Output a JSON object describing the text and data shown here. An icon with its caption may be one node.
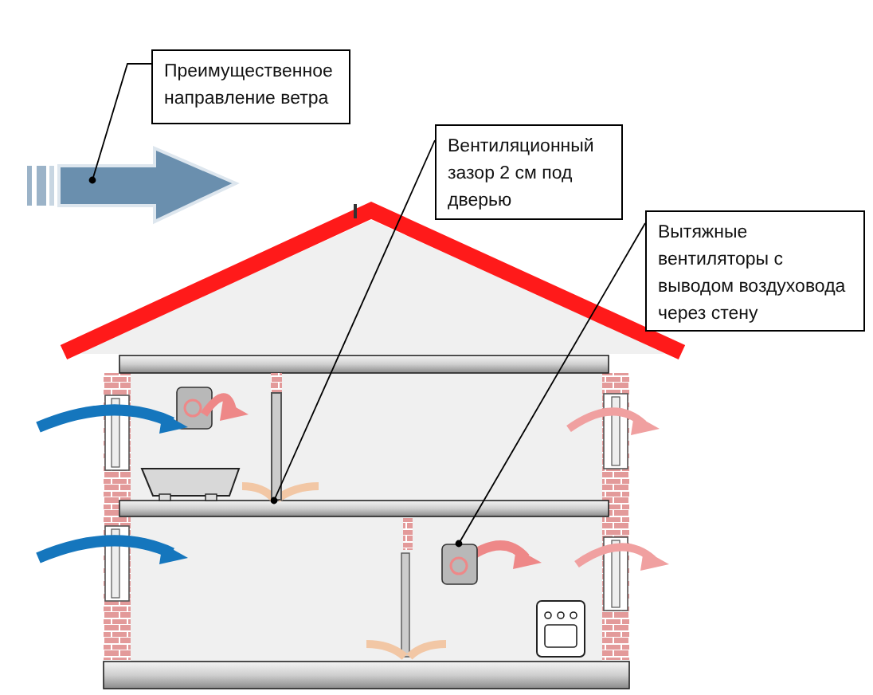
{
  "diagram": {
    "nodes": [
      {
        "text": [
          "Преимущественное направление ветра"
        ]
      },
      {
        "text": [
          "Вентиляционный зазор 2 см под дверью"
        ]
      },
      {
        "text": [
          "Вытяжные вентиляторы с выводом воздуховода через стену"
        ]
      },
      {
        "text": [],
        "shape": "picture"
      },
      {
        "text": [],
        "shape": "bar"
      },
      {
        "text": [],
        "shape": "picture"
      }
    ],
    "edges": [
      {
        "from": 0,
        "to": 3,
        "arrow": "other"
      },
      {
        "from": 1,
        "to": 4,
        "arrow": "other"
      },
      {
        "from": 2,
        "to": 5,
        "arrow": "other"
      }
    ]
  }
}
